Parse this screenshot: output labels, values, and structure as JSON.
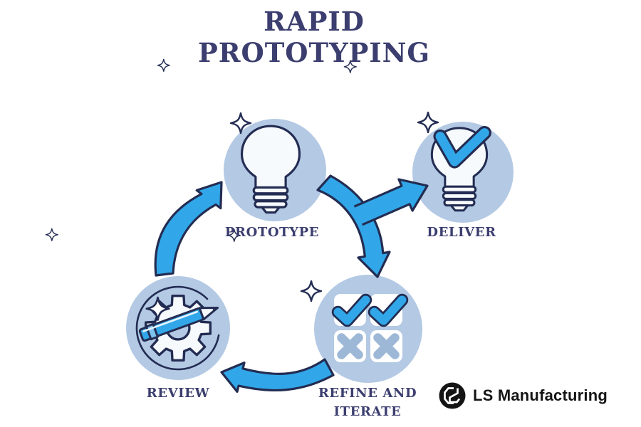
{
  "title": {
    "line1": "RAPID",
    "line2": "PROTOTYPING"
  },
  "stages": [
    {
      "id": "prototype",
      "label": "PROTOTYPE",
      "icon": "lightbulb-icon"
    },
    {
      "id": "deliver",
      "label": "DELIVER",
      "icon": "lightbulb-check-icon"
    },
    {
      "id": "refine-iterate",
      "label": "REFINE AND\nITERATE",
      "icon": "checklist-check-cross-icon"
    },
    {
      "id": "review",
      "label": "REVIEW",
      "icon": "gear-pencil-icon"
    }
  ],
  "connections": [
    {
      "from": "review",
      "to": "prototype"
    },
    {
      "from": "prototype",
      "to": "deliver"
    },
    {
      "from": "prototype",
      "to": "refine-iterate"
    },
    {
      "from": "refine-iterate",
      "to": "review"
    }
  ],
  "branding": {
    "name": "LS Manufacturing"
  },
  "colors": {
    "title_navy": "#3b3e6e",
    "ink_navy": "#232c52",
    "circle_blue": "#b3c9e4",
    "bright_blue": "#31a7e9",
    "muted_blue": "#9db8d7",
    "bulb_white": "#f7fafd",
    "background": "#ffffff",
    "logo_black": "#141414"
  }
}
